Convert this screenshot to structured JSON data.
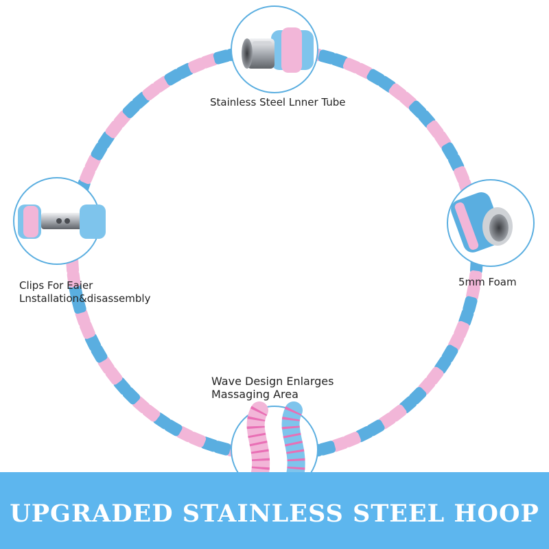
{
  "product": {
    "banner_title": "UPGRADED STAINLESS STEEL HOOP",
    "colors": {
      "banner": "#5db6ee",
      "foam_blue": "#5aaee0",
      "foam_pink": "#f2b6d8",
      "ring_line": "#e96fb5",
      "steel": "#b9bcc1"
    }
  },
  "callouts": {
    "top": {
      "text": "Stainless Steel Lnner Tube",
      "icon": "steel-inner-tube-icon"
    },
    "left": {
      "line1": "Clips For Eaier",
      "line2": "Lnstallation&disassembly",
      "icon": "clip-connector-icon"
    },
    "right": {
      "text": "5mm Foam",
      "icon": "foam-tube-icon"
    },
    "bottom": {
      "line1": "Wave Design Enlarges",
      "line2": "Massaging Area",
      "icon": "wave-foam-icon"
    }
  }
}
